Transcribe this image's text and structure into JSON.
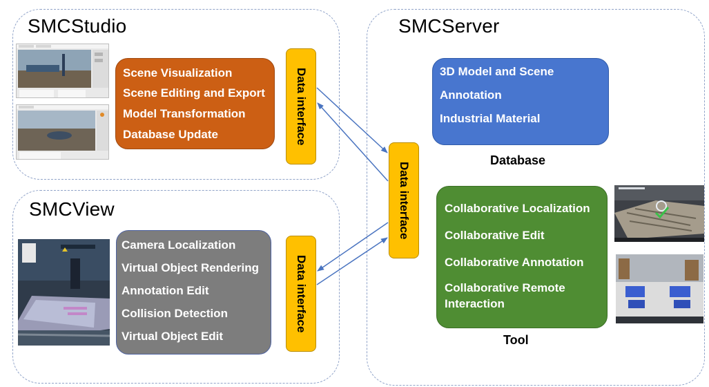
{
  "studio": {
    "title": "SMCStudio",
    "features": [
      "Scene Visualization",
      "Scene Editing and Export",
      "Model Transformation",
      "Database Update"
    ]
  },
  "view": {
    "title": "SMCView",
    "features": [
      "Camera Localization",
      "Virtual Object Rendering",
      "Annotation Edit",
      "Collision Detection",
      "Virtual Object Edit"
    ]
  },
  "server": {
    "title": "SMCServer",
    "database": {
      "items": [
        "3D Model and Scene",
        "Annotation",
        "Industrial Material"
      ],
      "caption": "Database"
    },
    "tool": {
      "items": [
        "Collaborative Localization",
        "Collaborative Edit",
        "Collaborative Annotation",
        "Collaborative Remote",
        "Interaction"
      ],
      "caption": "Tool"
    }
  },
  "interfaces": {
    "studio_label": "Data interface",
    "server_label": "Data interface",
    "view_label": "Data interface"
  },
  "colors": {
    "studio_box": "#cc5f14",
    "view_box": "#7d7d7d",
    "database_box": "#4876cf",
    "tool_box": "#4f8d33",
    "interface": "#ffc000",
    "arrow": "#4a74c0"
  }
}
